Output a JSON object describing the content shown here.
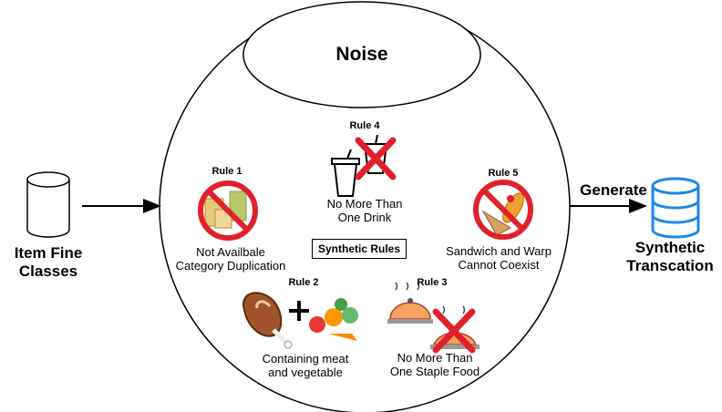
{
  "noise_label": "Noise",
  "synthetic_rules_label": "Synthetic Rules",
  "left": {
    "label_line1": "Item Fine",
    "label_line2": "Classes"
  },
  "right": {
    "generate_label": "Generate",
    "label_line1": "Synthetic",
    "label_line2": "Transcation"
  },
  "rules": [
    {
      "id": "Rule 1",
      "line1": "Not Availbale",
      "line2": "Category Duplication"
    },
    {
      "id": "Rule 2",
      "line1": "Containing meat",
      "line2": "and vegetable"
    },
    {
      "id": "Rule 3",
      "line1": "No More Than",
      "line2": "One Staple Food"
    },
    {
      "id": "Rule 4",
      "line1": "No More Than",
      "line2": "One Drink"
    },
    {
      "id": "Rule 5",
      "line1": "Sandwich and Warp",
      "line2": "Cannot Coexist"
    }
  ],
  "icons": {
    "database_left": "database-cylinder-icon",
    "database_right": "database-stack-icon",
    "rule1": "no-duplicate-fries-icon",
    "rule2": "meat-plus-vegetables-icon",
    "rule3": "cloche-with-cross-icon",
    "rule4": "drink-cup-with-cross-icon",
    "rule5": "no-sandwich-wrap-icon",
    "colors": {
      "prohibit_red": "#e0212b",
      "db_blue": "#1e88e5",
      "meat_brown": "#a0522d"
    }
  }
}
